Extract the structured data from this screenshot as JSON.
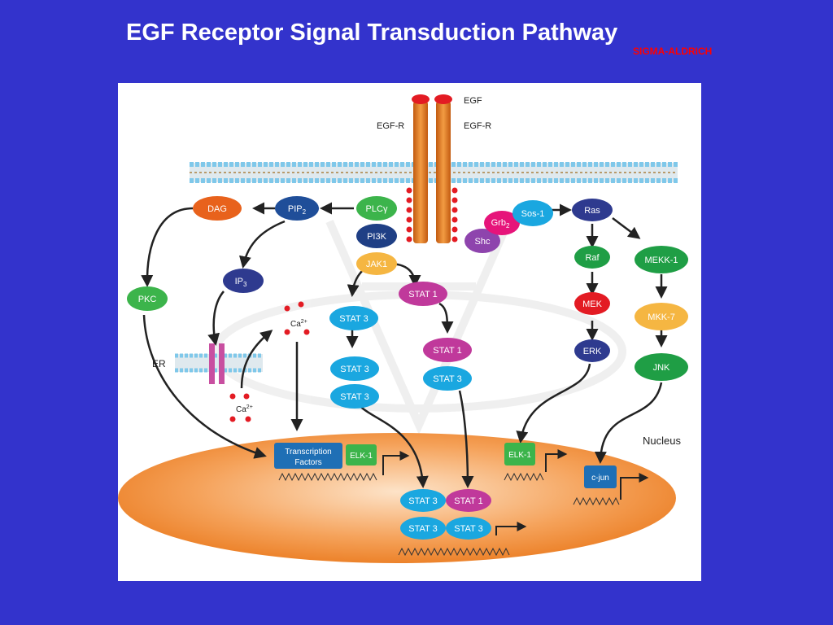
{
  "slide": {
    "title": "EGF Receptor Signal Transduction Pathway",
    "brand": "SIGMA-ALDRICH"
  },
  "diagram": {
    "labels": {
      "egf": "EGF",
      "egfr_left": "EGF-R",
      "egfr_right": "EGF-R",
      "er": "ER",
      "nucleus": "Nucleus",
      "ca_top": "Ca",
      "ca_bottom": "Ca",
      "ca_charge": "2+"
    },
    "nodes": {
      "dag": "DAG",
      "pip2": "PIP",
      "pip2_sub": "2",
      "plcg": "PLC",
      "plcg_greek": "γ",
      "pi3k": "PI3K",
      "jak1": "JAK1",
      "pkc": "PKC",
      "ip3": "IP",
      "ip3_sub": "3",
      "stat1_a": "STAT 1",
      "stat3_a": "STAT 3",
      "stat1_b": "STAT 1",
      "stat3_b": "STAT 3",
      "stat3_c": "STAT 3",
      "stat3_d": "STAT 3",
      "grb2": "Grb",
      "grb2_sub": "2",
      "sos1": "Sos-1",
      "shc": "Shc",
      "ras": "Ras",
      "raf": "Raf",
      "mek": "MEK",
      "erk": "ERK",
      "mekk1": "MEKK-1",
      "mkk7": "MKK-7",
      "jnk": "JNK",
      "tf_line1": "Transcription",
      "tf_line2": "Factors",
      "elk1_a": "ELK-1",
      "elk1_b": "ELK-1",
      "cjun": "c-jun",
      "nuc_stat3_a": "STAT 3",
      "nuc_stat1": "STAT 1",
      "nuc_stat3_b": "STAT 3",
      "nuc_stat3_c": "STAT 3"
    },
    "colors": {
      "background": "#3333cc",
      "orange": "#e8621c",
      "navy": "#2e3a8f",
      "green": "#3cb44b",
      "dark_blue": "#1f4e99",
      "yellow_orange": "#f5a623",
      "magenta": "#c0399b",
      "cyan": "#1aa7e0",
      "pink": "#e6147a",
      "purple": "#8e44ad",
      "red": "#e31b23",
      "receptor": "#e67e22"
    }
  }
}
